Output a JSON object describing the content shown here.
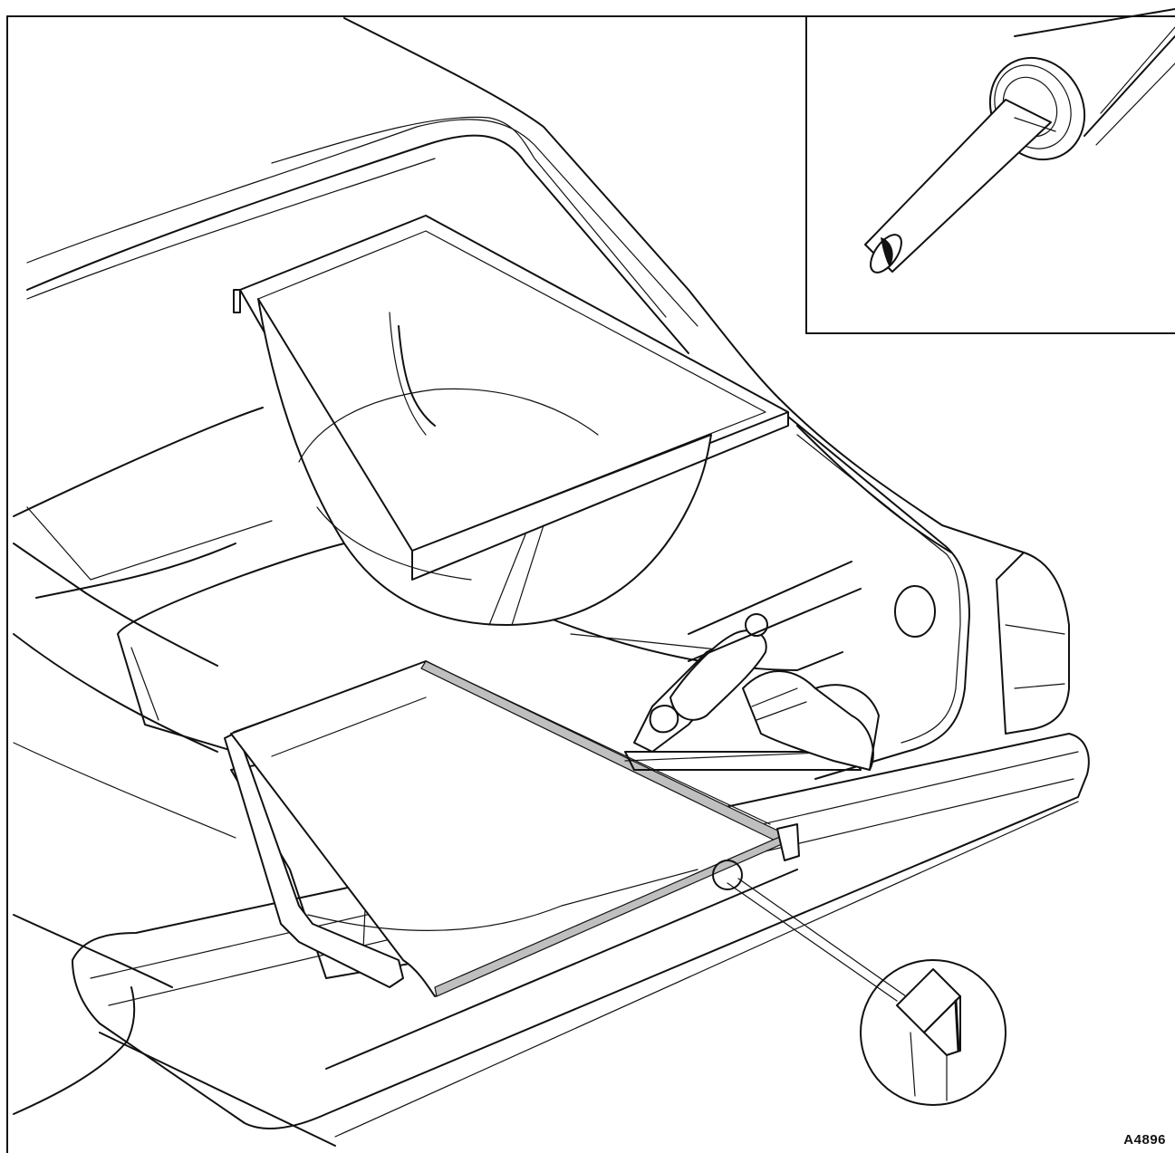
{
  "figure": {
    "reference_code": "A4896",
    "colors": {
      "line": "#111111",
      "background": "#ffffff",
      "sealant": "#bfbfbf"
    },
    "insets": [
      "sealant-cartridge-nozzle-detail",
      "seal-lip-detail"
    ]
  }
}
